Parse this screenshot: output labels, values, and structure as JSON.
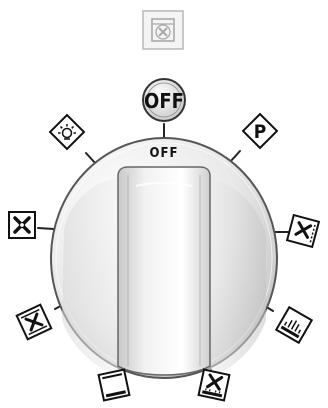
{
  "top_indicator": {
    "icon": "fan-oven-icon"
  },
  "off_button": {
    "label": "OFF"
  },
  "off_position_label": "OFF",
  "selector_positions": [
    {
      "name": "light",
      "icon": "light-bulb-icon"
    },
    {
      "name": "programs",
      "icon": "P",
      "label": "P"
    },
    {
      "name": "fan-grill",
      "icon": "fan-grill-icon"
    },
    {
      "name": "bottom-heat",
      "icon": "bottom-heat-icon"
    },
    {
      "name": "fan-bottom-heat",
      "icon": "fan-bottom-heat-icon"
    },
    {
      "name": "conventional",
      "icon": "top-bottom-heat-icon"
    },
    {
      "name": "fan-top-bottom",
      "icon": "fan-top-bottom-icon"
    },
    {
      "name": "fan",
      "icon": "fan-icon"
    }
  ]
}
